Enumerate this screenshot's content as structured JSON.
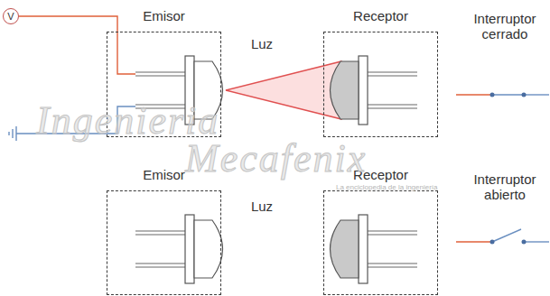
{
  "diagram": {
    "nodes": [
      {
        "text": [
          "V"
        ]
      },
      {
        "text": [
          "Emisor"
        ]
      },
      {
        "text": [
          "Receptor"
        ]
      },
      {
        "text": [
          "Emisor"
        ]
      },
      {
        "text": [
          "Receptor"
        ]
      }
    ],
    "edges": [
      {
        "from": 0,
        "to": 1,
        "arrow": "none"
      }
    ],
    "labels": [
      "Luz",
      "Interruptor cerrado",
      "Luz",
      "Interruptor abierto",
      "Ingenieria",
      "Mecafenix",
      "La enciclopedia de la ingeniería"
    ]
  }
}
